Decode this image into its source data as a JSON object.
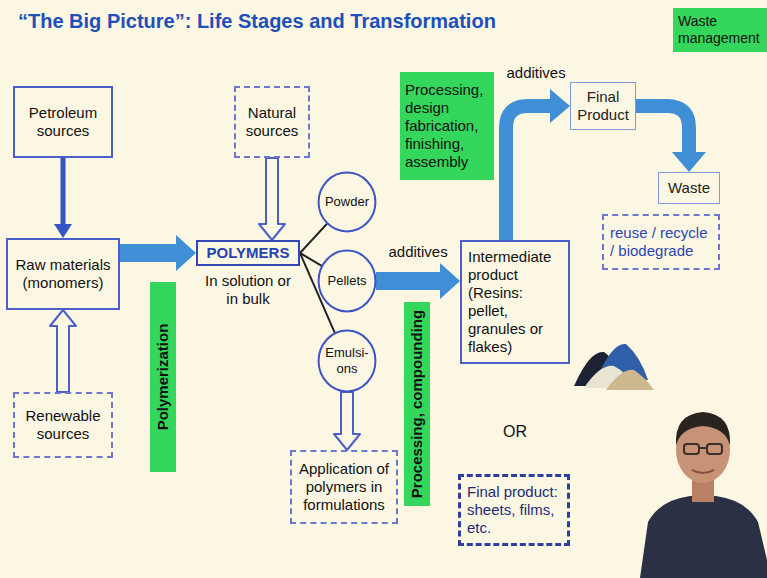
{
  "diagram": {
    "title": "“The Big Picture”: Life Stages and Transformation",
    "nodes": [
      {
        "text": [
          "Petroleum sources"
        ]
      },
      {
        "text": [
          "Raw materials (monomers)"
        ]
      },
      {
        "text": [
          "Renewable sources"
        ]
      },
      {
        "text": [
          "Polymerization"
        ]
      },
      {
        "text": [
          "Natural sources"
        ]
      },
      {
        "text": [
          "POLYMERS"
        ]
      },
      {
        "text": [
          "Powder"
        ]
      },
      {
        "text": [
          "Pellets"
        ]
      },
      {
        "text": [
          "Emulsi- ons"
        ]
      },
      {
        "text": [
          "Application of polymers in formulations"
        ]
      },
      {
        "text": [
          "Processing, compounding"
        ]
      },
      {
        "text": [
          "Intermediate product (Resins: pellet, granules or flakes)"
        ]
      },
      {
        "text": [
          "Final product: sheets, films, etc."
        ]
      },
      {
        "text": [
          "Processing, design fabrication, finishing, assembly"
        ]
      },
      {
        "text": [
          "Final Product"
        ]
      },
      {
        "text": [
          "Waste management"
        ]
      },
      {
        "text": [
          "Waste"
        ]
      },
      {
        "text": [
          "reuse / recycle / biodegrade"
        ]
      }
    ],
    "edges": [
      {
        "from": 0,
        "to": 1,
        "arrow": "to"
      },
      {
        "from": 2,
        "to": 1,
        "arrow": "to"
      },
      {
        "from": 1,
        "to": 5,
        "arrow": "to"
      },
      {
        "from": 4,
        "to": 5,
        "arrow": "to"
      },
      {
        "from": 5,
        "to": 6,
        "arrow": "none"
      },
      {
        "from": 5,
        "to": 7,
        "arrow": "none"
      },
      {
        "from": 5,
        "to": 8,
        "arrow": "none"
      },
      {
        "from": 8,
        "to": 9,
        "arrow": "to"
      },
      {
        "from": 7,
        "to": 11,
        "label": "additives",
        "arrow": "to"
      },
      {
        "from": 11,
        "to": 14,
        "label": "additives",
        "arrow": "to"
      },
      {
        "from": 14,
        "to": 16,
        "arrow": "to"
      }
    ],
    "labels": [
      "In solution or in bulk",
      "OR"
    ]
  }
}
